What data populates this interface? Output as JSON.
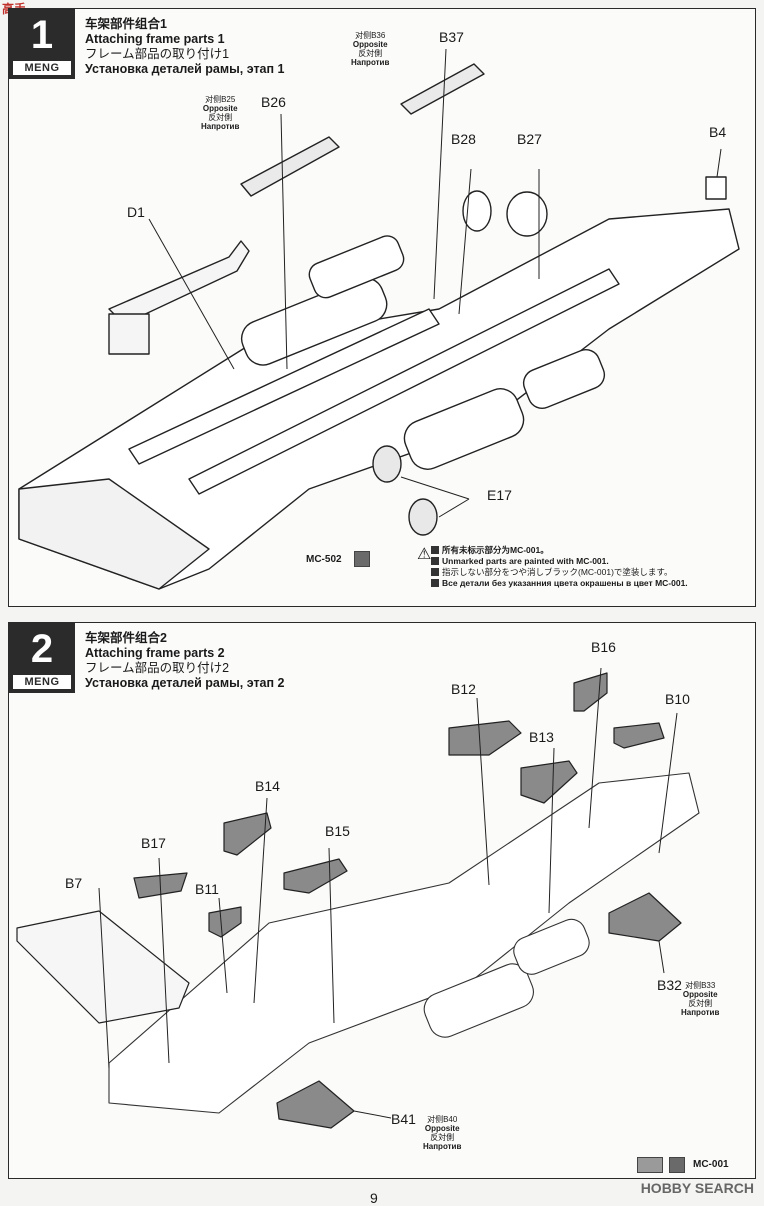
{
  "corner_logo": "高手",
  "step1": {
    "number": "1",
    "brand": "MENG",
    "title_zh": "车架部件组合1",
    "title_en": "Attaching frame parts 1",
    "title_ja": "フレーム部品の取り付け1",
    "title_ru": "Установка деталей рамы, этап 1",
    "parts": {
      "b37": "B37",
      "b26": "B26",
      "b28": "B28",
      "b27": "B27",
      "b4": "B4",
      "d1": "D1",
      "e17": "E17"
    },
    "opposite_b37": {
      "zh": "对侧B36",
      "en": "Opposite",
      "ja": "反対側",
      "ru": "Напротив"
    },
    "opposite_b26": {
      "zh": "对侧B25",
      "en": "Opposite",
      "ja": "反対側",
      "ru": "Напротив"
    },
    "paint_code": "MC-502",
    "note": {
      "zh": "所有未标示部分为MC-001。",
      "en": "Unmarked parts are painted with MC-001.",
      "ja": "指示しない部分をつや消しブラック(MC-001)で塗装します。",
      "ru": "Все детали без указанния цвета окрашены в цвет MC-001."
    }
  },
  "step2": {
    "number": "2",
    "brand": "MENG",
    "title_zh": "车架部件组合2",
    "title_en": "Attaching frame parts 2",
    "title_ja": "フレーム部品の取り付け2",
    "title_ru": "Установка деталей рамы, этап 2",
    "parts": {
      "b16": "B16",
      "b12": "B12",
      "b10": "B10",
      "b13": "B13",
      "b14": "B14",
      "b15": "B15",
      "b17": "B17",
      "b11": "B11",
      "b7": "B7",
      "b32": "B32",
      "b41": "B41"
    },
    "opposite_b32": {
      "zh": "对侧B33",
      "en": "Opposite",
      "ja": "反対側",
      "ru": "Напротив"
    },
    "opposite_b41": {
      "zh": "对侧B40",
      "en": "Opposite",
      "ja": "反対側",
      "ru": "Напротив"
    },
    "paint_code": "MC-001"
  },
  "page_number": "9",
  "watermark": "HOBBY SEARCH",
  "colors": {
    "frame_paint": "#6a6a6a",
    "part_grey": "#9a9a9a",
    "ink": "#1a1a1a"
  }
}
